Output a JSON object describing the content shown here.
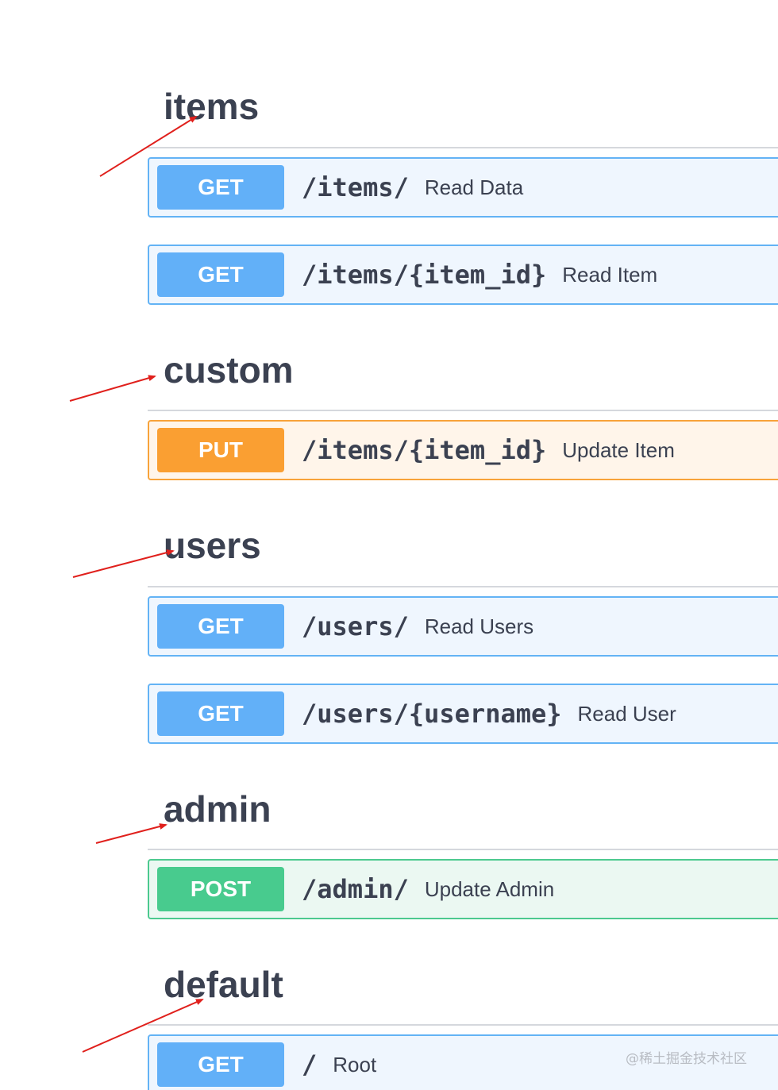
{
  "sections": [
    {
      "title": "items",
      "operations": [
        {
          "method": "GET",
          "path": "/items/",
          "summary": "Read Data"
        },
        {
          "method": "GET",
          "path": "/items/{item_id}",
          "summary": "Read Item"
        }
      ]
    },
    {
      "title": "custom",
      "operations": [
        {
          "method": "PUT",
          "path": "/items/{item_id}",
          "summary": "Update Item"
        }
      ]
    },
    {
      "title": "users",
      "operations": [
        {
          "method": "GET",
          "path": "/users/",
          "summary": "Read Users"
        },
        {
          "method": "GET",
          "path": "/users/{username}",
          "summary": "Read User"
        }
      ]
    },
    {
      "title": "admin",
      "operations": [
        {
          "method": "POST",
          "path": "/admin/",
          "summary": "Update Admin"
        }
      ]
    },
    {
      "title": "default",
      "operations": [
        {
          "method": "GET",
          "path": "/",
          "summary": "Root"
        }
      ]
    }
  ],
  "watermark": "@稀土掘金技术社区",
  "colors": {
    "get": "#62b0f8",
    "put": "#fa9f32",
    "post": "#48cb8e",
    "annotation_arrow": "#e0201c",
    "text": "#3b4151"
  }
}
